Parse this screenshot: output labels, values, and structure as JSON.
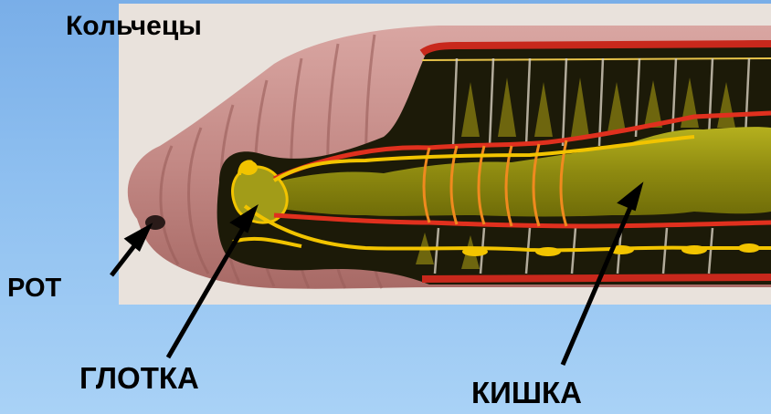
{
  "title": "Кольчецы",
  "labels": {
    "mouth": "РОТ",
    "pharynx": "ГЛОТКА",
    "intestine": "КИШКА"
  },
  "colors": {
    "background_top": "#79aee8",
    "background_bottom": "#a9d2f6",
    "body_skin": "#c48a86",
    "muscle_red": "#c8281c",
    "gut_olive": "#8e8a10",
    "nerve_yellow": "#f2c400",
    "cavity_dark": "#1c1a08"
  }
}
